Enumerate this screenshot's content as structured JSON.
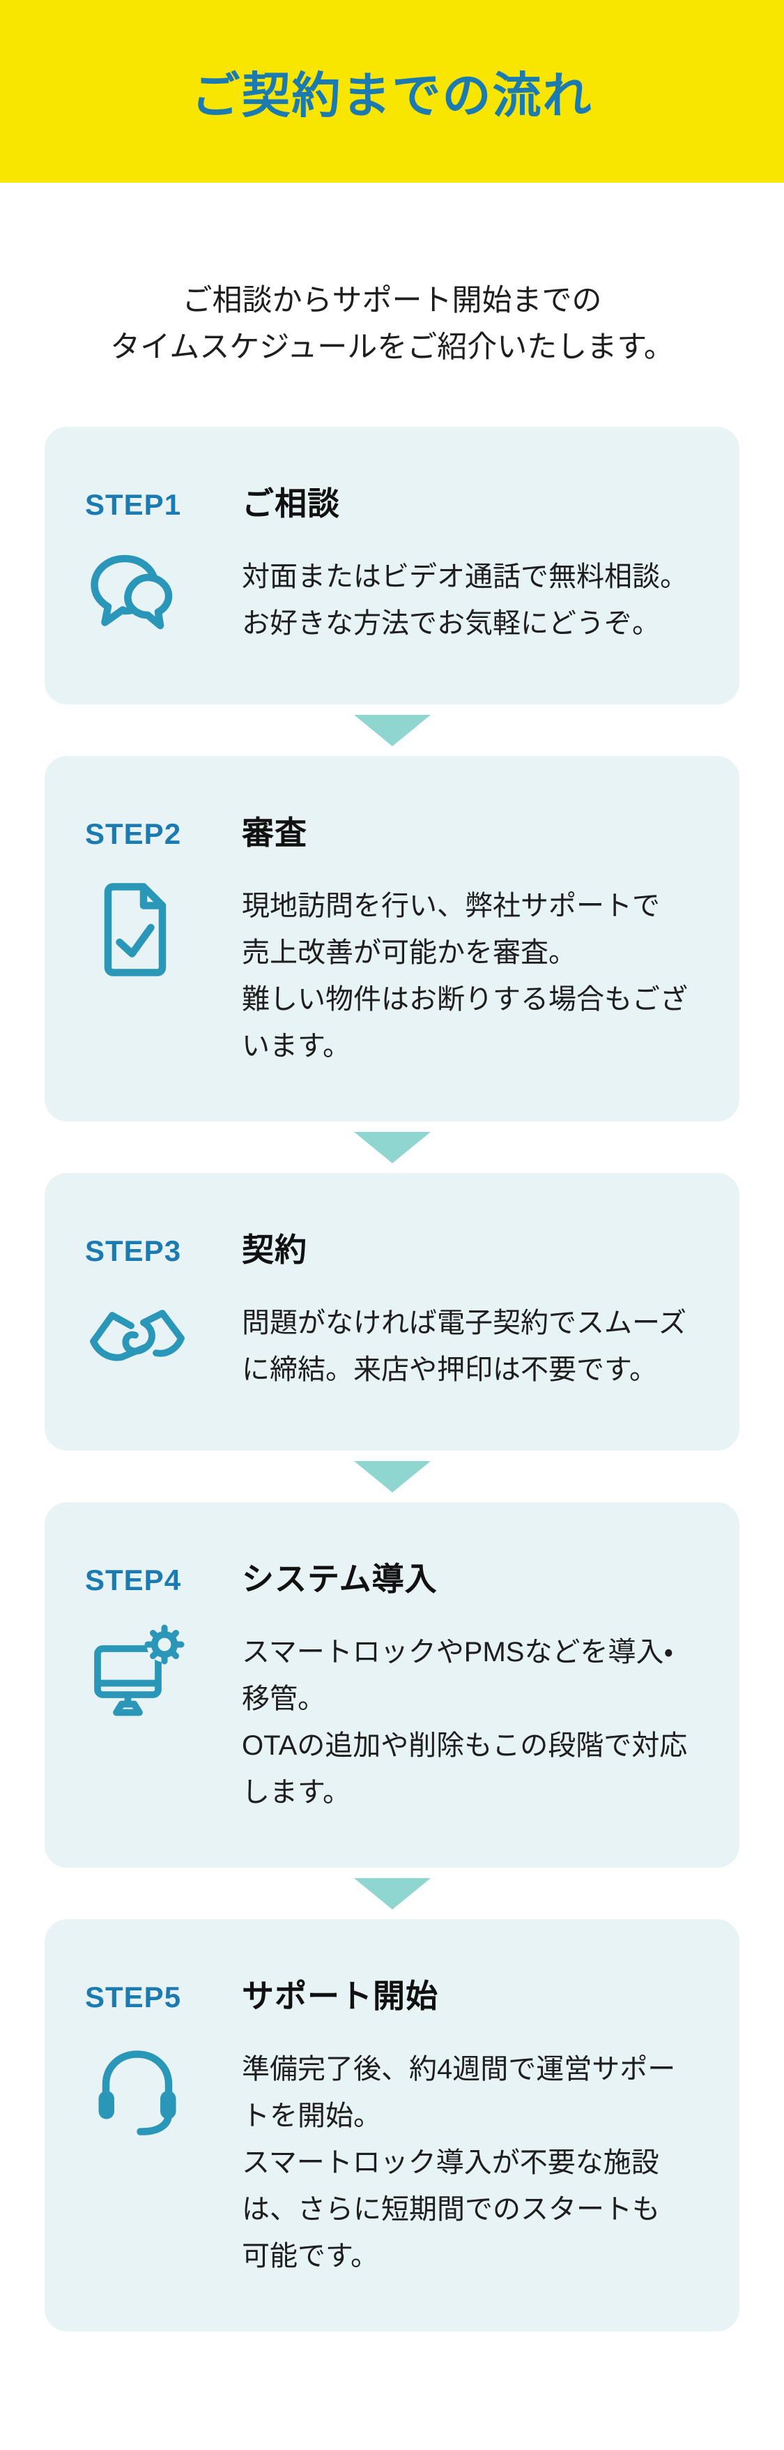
{
  "header": {
    "title": "ご契約までの流れ",
    "background_color": "#F8E600",
    "title_color": "#1B7BB1"
  },
  "intro": {
    "text": "ご相談からサポート開始までの\nタイムスケジュールをご紹介いたします。"
  },
  "flow": {
    "card_background": "#E8F3F5",
    "accent_color": "#1B7BB1",
    "icon_color": "#2A96B8",
    "arrow_color": "#8FD6D1",
    "steps": [
      {
        "label": "STEP1",
        "title": "ご相談",
        "icon": "chat-bubbles-icon",
        "description": "対面またはビデオ通話で無料相談。\nお好きな方法でお気軽にどうぞ。"
      },
      {
        "label": "STEP2",
        "title": "審査",
        "icon": "document-check-icon",
        "description": "現地訪問を行い、弊社サポートで\n売上改善が可能かを審査。\n難しい物件はお断りする場合もござ\nいます。"
      },
      {
        "label": "STEP3",
        "title": "契約",
        "icon": "handshake-icon",
        "description": "問題がなければ電子契約でスムーズ\nに締結。来店や押印は不要です。"
      },
      {
        "label": "STEP4",
        "title": "システム導入",
        "icon": "monitor-gear-icon",
        "description": "スマートロックやPMSなどを導入・\n移管。\nOTAの追加や削除もこの段階で対応\nします。"
      },
      {
        "label": "STEP5",
        "title": "サポート開始",
        "icon": "headset-icon",
        "description": "準備完了後、約4週間で運営サポー\nトを開始。\nスマートロック導入が不要な施設\nは、さらに短期間でのスタートも\n可能です。"
      }
    ]
  }
}
